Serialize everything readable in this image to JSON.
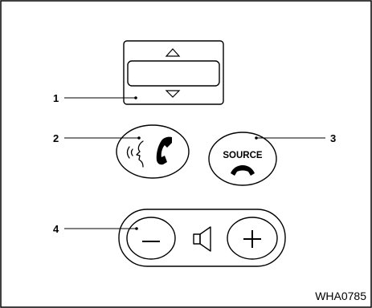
{
  "callouts": {
    "one": "1",
    "two": "2",
    "three": "3",
    "four": "4"
  },
  "source_button": {
    "label": "SOURCE"
  },
  "figure_code": "WHA0785",
  "icons": {
    "scroll_up": "triangle-up-icon",
    "scroll_down": "triangle-down-icon",
    "voice": "talking-head-icon",
    "phone_pickup": "phone-handset-icon",
    "phone_hangup": "hang-up-icon",
    "volume_down": "minus-icon",
    "speaker": "speaker-icon",
    "volume_up": "plus-icon"
  }
}
